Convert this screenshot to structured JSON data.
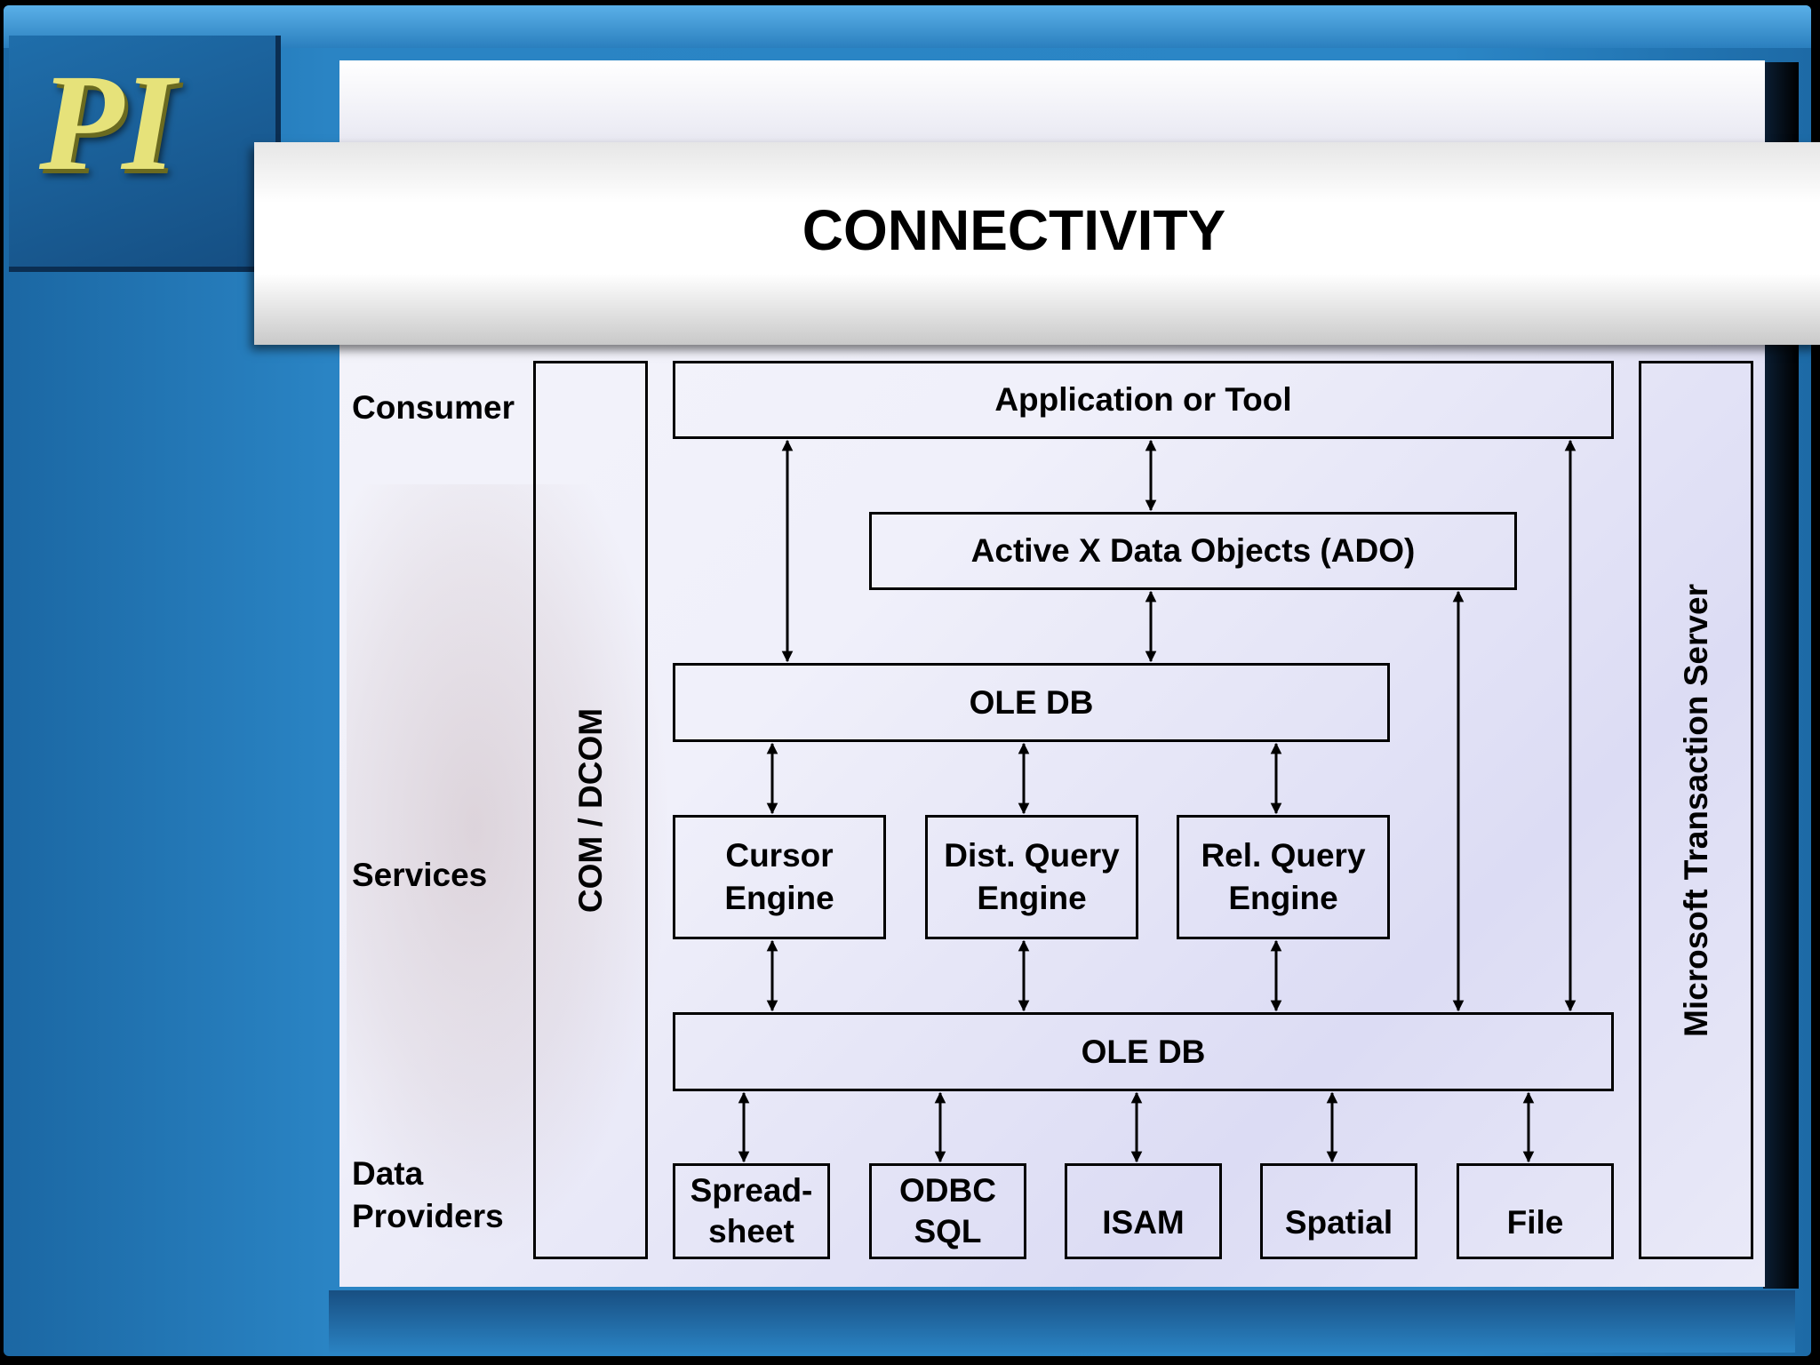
{
  "slide": {
    "logo": "PI",
    "title": "CONNECTIVITY"
  },
  "layers": {
    "consumer": "Consumer",
    "services": "Services",
    "data_providers": "Data\nProviders"
  },
  "sidebars": {
    "com": "COM / DCOM",
    "mts": "Microsoft Transaction Server"
  },
  "boxes": {
    "application": "Application or Tool",
    "ado": "Active X Data Objects (ADO)",
    "oledb_top": "OLE DB",
    "cursor": "Cursor\nEngine",
    "dist_query": "Dist. Query\nEngine",
    "rel_query": "Rel. Query\nEngine",
    "oledb_bottom": "OLE DB",
    "spreadsheet": "Spread-\nsheet",
    "odbc": "ODBC\nSQL",
    "isam": "ISAM",
    "spatial": "Spatial",
    "file": "File"
  },
  "colors": {
    "frame_blue": "#2b86c6",
    "logo_yellow": "#e6e27a",
    "panel": "#f0f0fa",
    "line": "#000000"
  }
}
